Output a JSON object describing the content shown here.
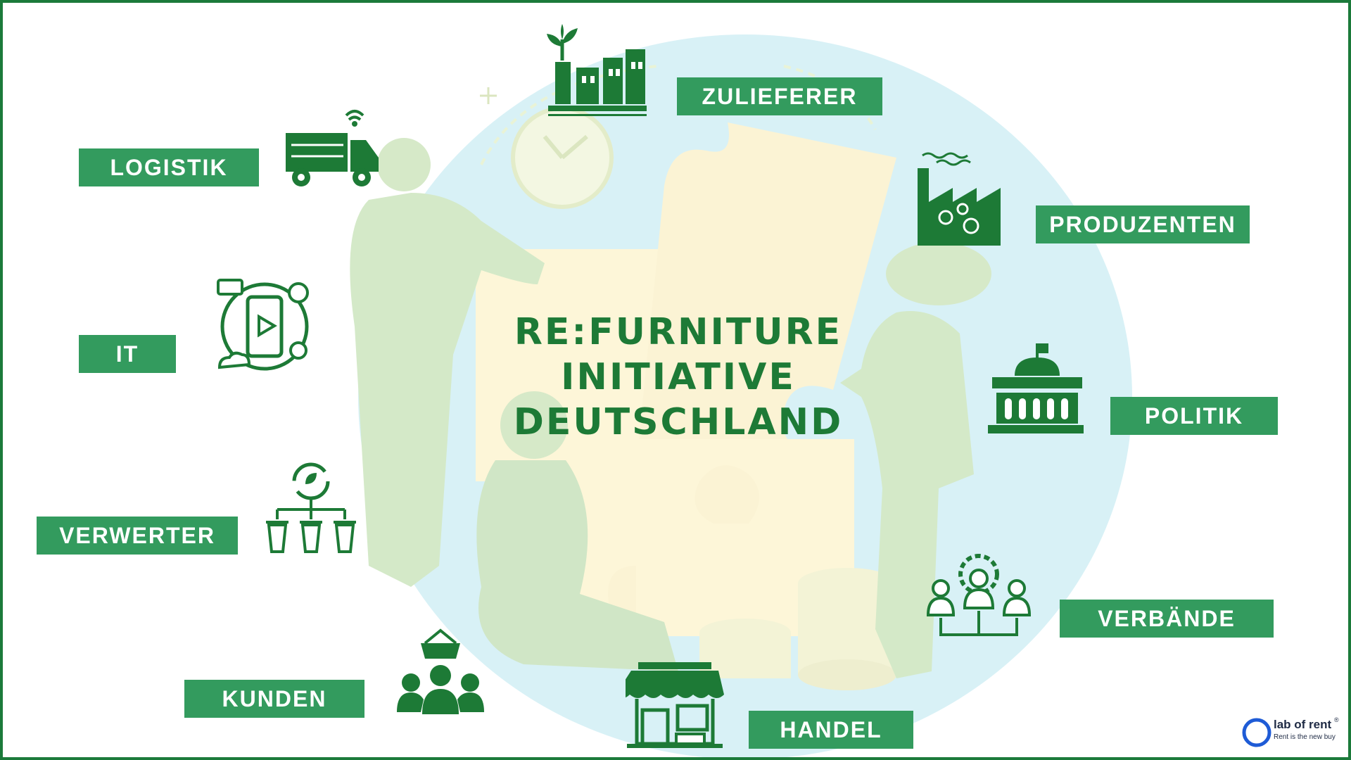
{
  "diagram": {
    "title_lines": [
      "RE:FURNITURE",
      "INITIATIVE",
      "DEUTSCHLAND"
    ],
    "stakeholders": {
      "zulieferer": "ZULIEFERER",
      "logistik": "LOGISTIK",
      "produzenten": "PRODUZENTEN",
      "it": "IT",
      "politik": "POLITIK",
      "verwerter": "VERWERTER",
      "verbaende": "VERBÄNDE",
      "kunden": "KUNDEN",
      "handel": "HANDEL"
    },
    "icons": {
      "zulieferer": "factory-plant-icon",
      "logistik": "delivery-truck-icon",
      "produzenten": "industrial-factory-icon",
      "it": "mobile-app-icon",
      "politik": "government-building-icon",
      "verwerter": "recycling-bins-icon",
      "verbaende": "association-network-icon",
      "kunden": "customers-basket-icon",
      "handel": "shop-storefront-icon"
    }
  },
  "branding": {
    "logo_text": "lab of rent",
    "logo_tagline": "Rent is the new buy",
    "registered": "®"
  },
  "colors": {
    "accent": "#1b7a3a",
    "label_bg": "#339b5e",
    "title": "#1d7a36",
    "circle_bg": "#d8f1f6",
    "puzzle": "#fdf6d8",
    "figures": "#d4e9c8"
  }
}
